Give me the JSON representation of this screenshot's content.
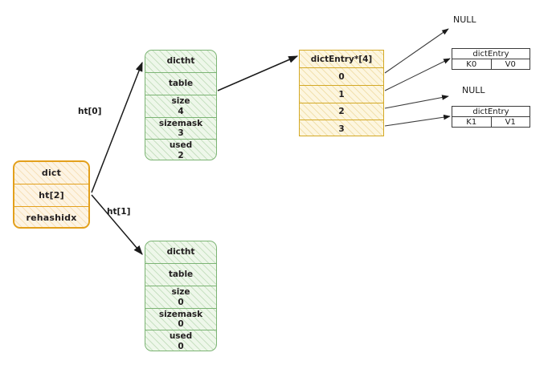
{
  "diagram": {
    "title": "redis dict / dictht / dictEntry structure",
    "background": "#ffffff",
    "colors": {
      "dict_border": "#e3a01c",
      "dict_fill": "#fdf4e4",
      "dictht_border": "#7cb474",
      "dictht_fill": "#eef7ea",
      "array_border": "#d4a926",
      "array_fill": "#fdf6df",
      "entry_border": "#3a3a3a",
      "arrow": "#1a1a1a"
    }
  },
  "dict": {
    "rows": [
      {
        "label": "dict"
      },
      {
        "label": "ht[2]"
      },
      {
        "label": "rehashidx"
      }
    ]
  },
  "edge_labels": {
    "ht0": "ht[0]",
    "ht1": "ht[1]"
  },
  "dictht_0": {
    "rows": [
      {
        "label": "dictht",
        "value": ""
      },
      {
        "label": "table",
        "value": ""
      },
      {
        "label": "size",
        "value": "4"
      },
      {
        "label": "sizemask",
        "value": "3"
      },
      {
        "label": "used",
        "value": "2"
      }
    ]
  },
  "dictht_1": {
    "rows": [
      {
        "label": "dictht",
        "value": ""
      },
      {
        "label": "table",
        "value": ""
      },
      {
        "label": "size",
        "value": "0"
      },
      {
        "label": "sizemask",
        "value": "0"
      },
      {
        "label": "used",
        "value": "0"
      }
    ]
  },
  "bucket_array": {
    "header": "dictEntry*[4]",
    "slots": [
      {
        "index": "0"
      },
      {
        "index": "1"
      },
      {
        "index": "2"
      },
      {
        "index": "3"
      }
    ]
  },
  "null_labels": {
    "top": "NULL",
    "bottom": "NULL"
  },
  "entries": [
    {
      "header": "dictEntry",
      "key": "K0",
      "value": "V0"
    },
    {
      "header": "dictEntry",
      "key": "K1",
      "value": "V1"
    }
  ]
}
